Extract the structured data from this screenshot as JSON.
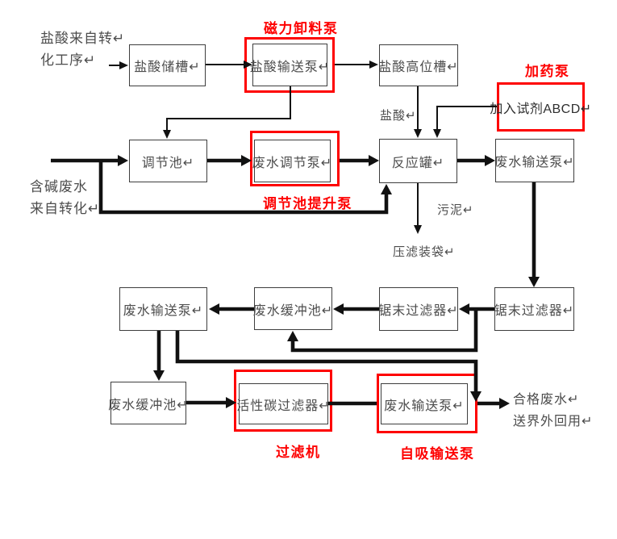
{
  "colors": {
    "highlight": "#fe0000",
    "line": "#111111",
    "box_border": "#3e3e3e",
    "text": "#4d4d4d"
  },
  "nodes": {
    "hcl_storage_tank": "盐酸储槽↵",
    "hcl_transfer_pump": "盐酸输送泵↵",
    "hcl_elevated_tank": "盐酸高位槽↵",
    "reagent_dosing": "加入试剂ABCD↵",
    "regulating_pool": "调节池↵",
    "wastewater_regulating_pump": "废水调节泵↵",
    "reaction_tank": "反应罐↵",
    "wastewater_transfer_pump_1": "废水输送泵↵",
    "sawdust_filter_1": "锯末过滤器↵",
    "sawdust_filter_2": "锯末过滤器↵",
    "wastewater_buffer_pool_1": "废水缓冲池↵",
    "wastewater_transfer_pump_2": "废水输送泵↵",
    "wastewater_buffer_pool_2": "废水缓冲池↵",
    "activated_carbon_filter": "活性碳过滤器↵",
    "wastewater_transfer_pump_3": "废水输送泵↵"
  },
  "annotations": {
    "magnetic_unloading_pump": "磁力卸料泵",
    "dosing_pump": "加药泵",
    "regulating_pool_lift_pump": "调节池提升泵",
    "filter_machine": "过滤机",
    "self_priming_transfer_pump": "自吸输送泵"
  },
  "labels": {
    "hcl_source": [
      "盐酸来自转↵",
      "化工序↵"
    ],
    "alkali_source": [
      "含碱废水",
      "来自转化↵"
    ],
    "hcl_stream": "盐酸↵",
    "sludge": "污泥↵",
    "filter_press_bagging": "压滤装袋↵",
    "outlet": [
      "合格废水↵",
      "送界外回用↵"
    ]
  }
}
